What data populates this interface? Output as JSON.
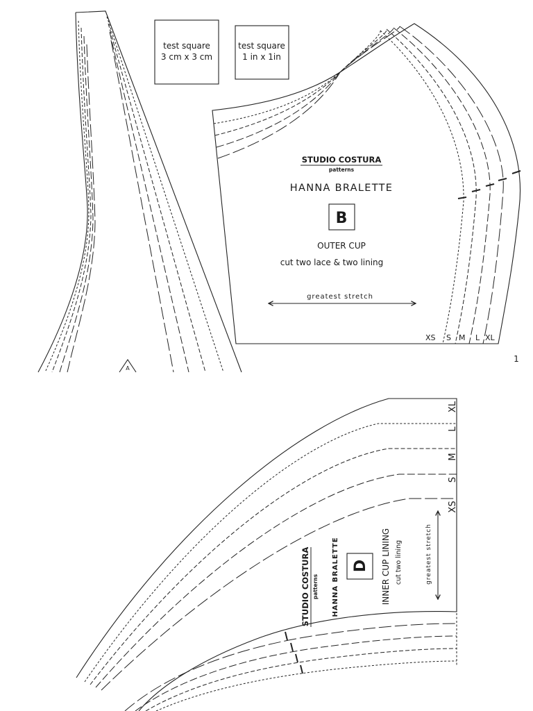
{
  "page1": {
    "test_square_cm": {
      "line1": "test square",
      "line2": "3 cm x 3 cm"
    },
    "test_square_in": {
      "line1": "test square",
      "line2": "1 in x 1in"
    },
    "piece_b": {
      "brand": "STUDIO COSTURA",
      "brand_sub": "patterns",
      "pattern_name": "HANNA BRALETTE",
      "piece_letter": "B",
      "piece_name": "OUTER CUP",
      "cut_instructions": "cut two lace & two lining",
      "stretch_label": "greatest stretch",
      "sizes": [
        "XS",
        "S",
        "M",
        "L",
        "XL"
      ]
    },
    "piece_a_marker": "A",
    "page_number": "1"
  },
  "page2": {
    "piece_d": {
      "brand": "STUDIO COSTURA",
      "brand_sub": "patterns",
      "pattern_name": "HANNA BRALETTE",
      "piece_letter": "D",
      "piece_name": "INNER CUP LINING",
      "cut_instructions": "cut two lining",
      "stretch_label": "greatest stretch",
      "sizes": [
        "XL",
        "L",
        "M",
        "S",
        "XS"
      ]
    }
  }
}
